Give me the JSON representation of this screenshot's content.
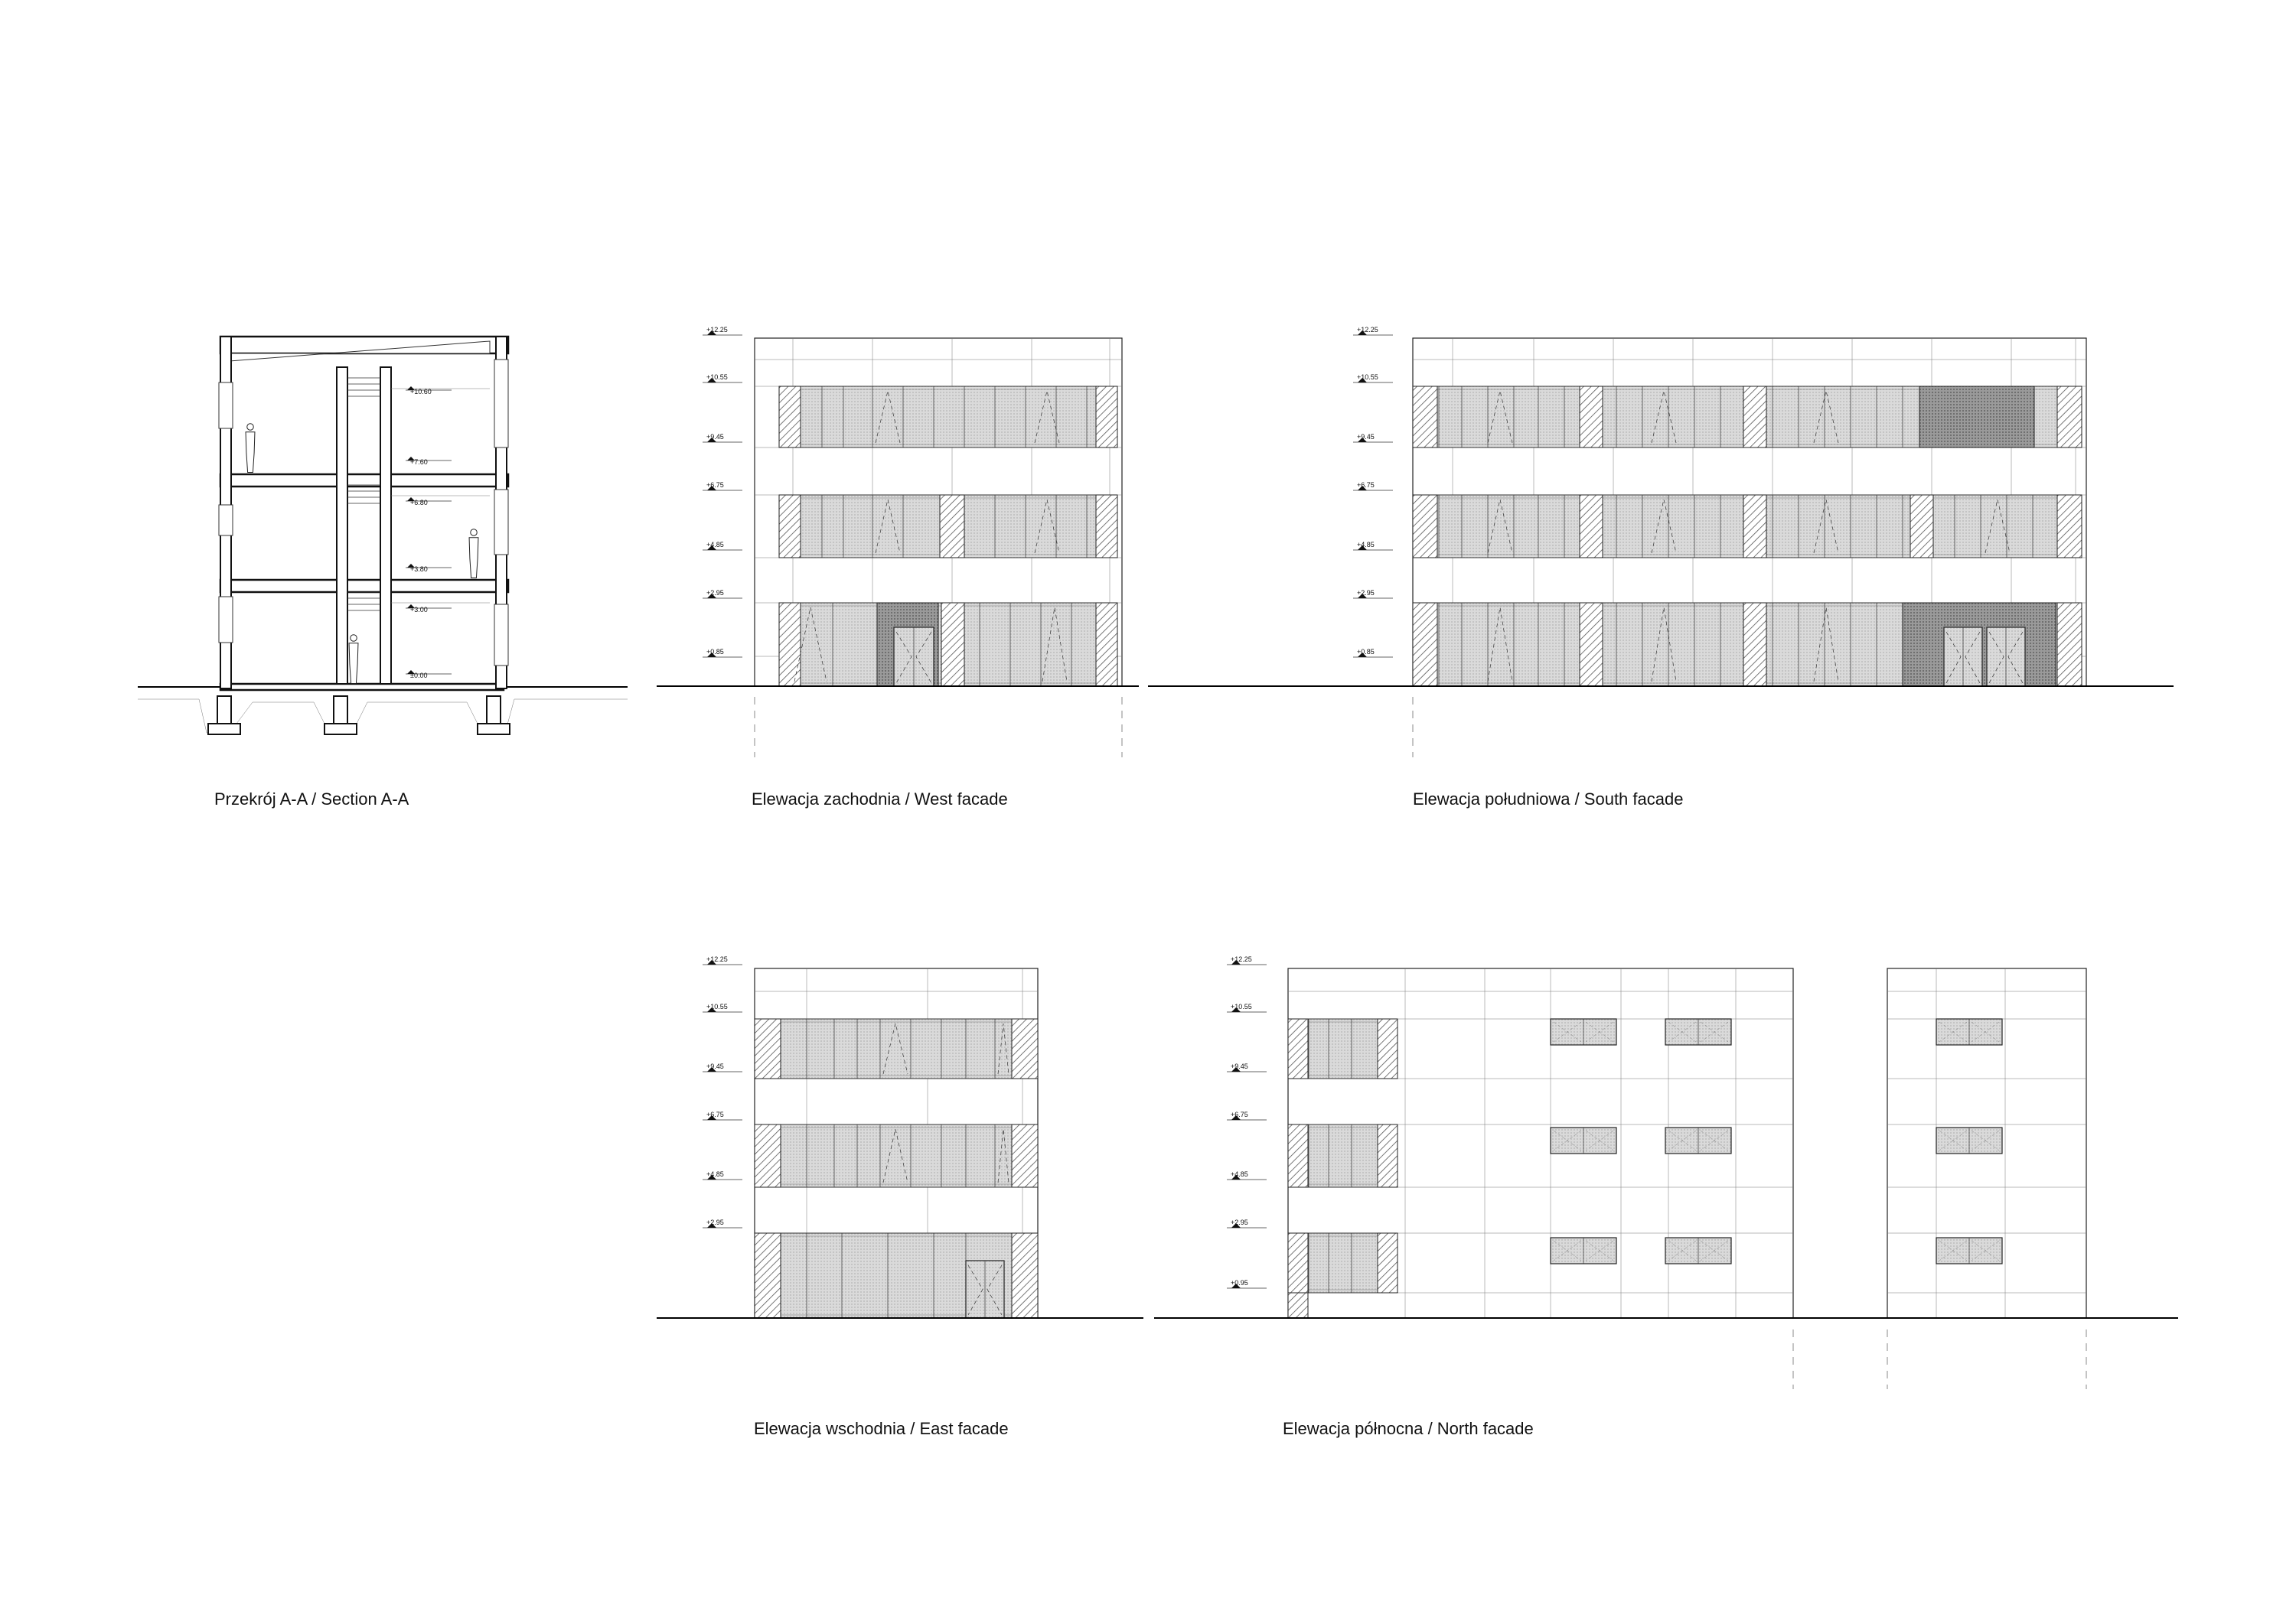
{
  "drawings": {
    "section": {
      "title": "Przekrój A-A / Section A-A",
      "levels": [
        "+10.60",
        "+7.60",
        "+6.80",
        "+3.80",
        "+3.00",
        "±0.00"
      ]
    },
    "west": {
      "title": "Elewacja zachodnia / West facade",
      "levels": [
        "+12.25",
        "+10.55",
        "+9.45",
        "+6.75",
        "+4.85",
        "+2.95",
        "+0.85"
      ]
    },
    "south": {
      "title": "Elewacja południowa / South facade",
      "levels": [
        "+12.25",
        "+10.55",
        "+9.45",
        "+6.75",
        "+4.85",
        "+2.95",
        "+0.85"
      ]
    },
    "east": {
      "title": "Elewacja wschodnia / East facade",
      "levels": [
        "+12.25",
        "+10.55",
        "+9.45",
        "+6.75",
        "+4.85",
        "+2.95"
      ]
    },
    "north": {
      "title": "Elewacja północna / North facade",
      "levels": [
        "+12.25",
        "+10.55",
        "+9.45",
        "+6.75",
        "+4.85",
        "+2.95",
        "+0.95"
      ]
    }
  },
  "colors": {
    "line": "#222222",
    "glass": "#d6d6d6",
    "hatch": "#555555",
    "ground": "#000000"
  }
}
